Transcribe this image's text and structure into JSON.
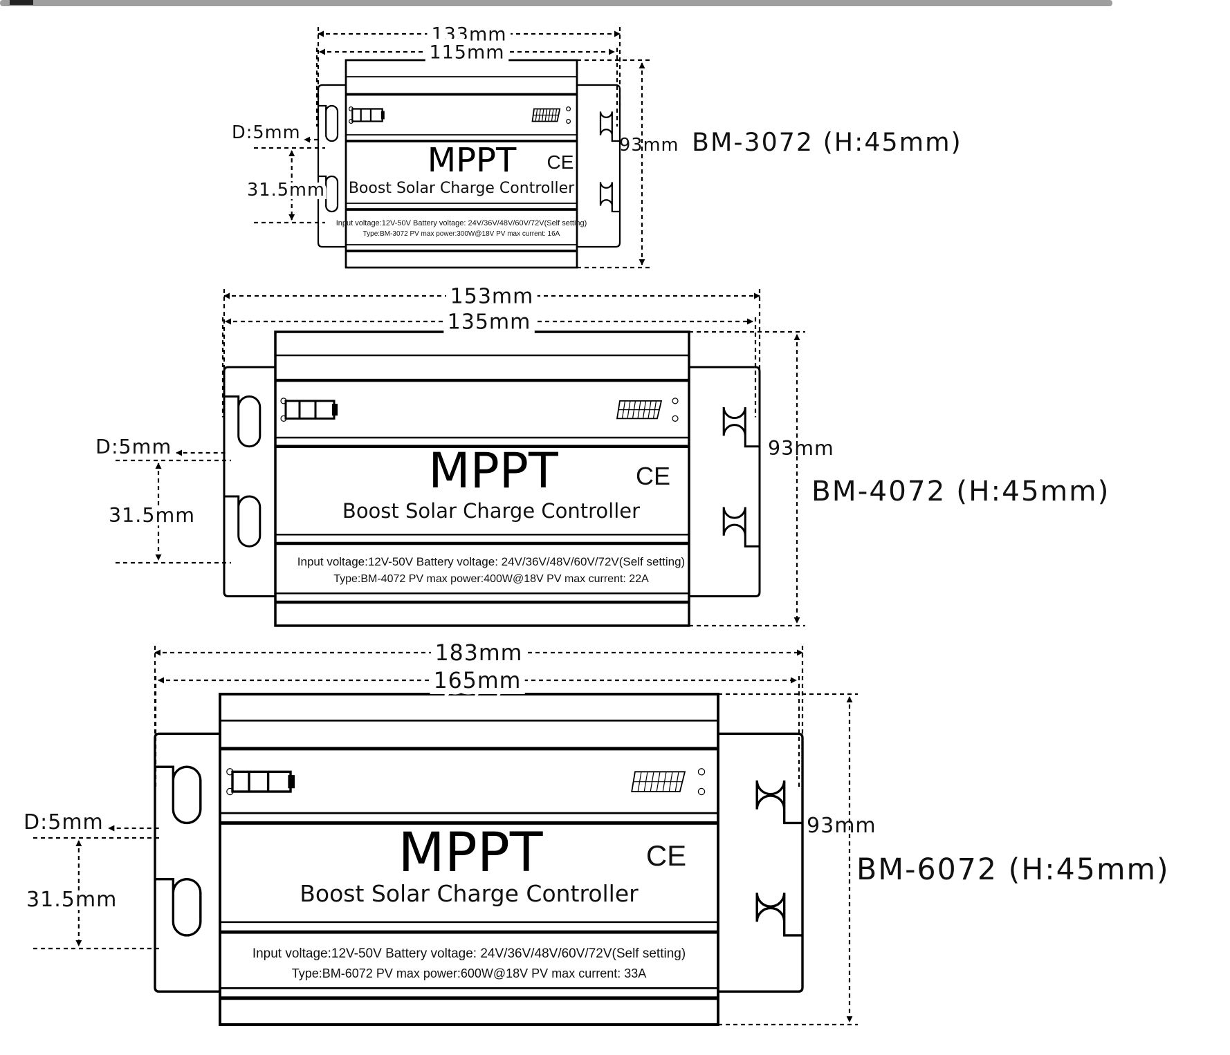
{
  "diagrams": [
    {
      "model": "BM-3072  (H:45mm)",
      "outer_width": "133mm",
      "inner_width": "115mm",
      "height": "93mm",
      "hole": "D:5mm",
      "hole_spacing": "31.5mm",
      "title": "MPPT",
      "ce": "CE",
      "subtitle": "Boost Solar Charge Controller",
      "spec_line1": "Input voltage:12V-50V   Battery voltage:  24V/36V/48V/60V/72V(Self setting)",
      "spec_line2": "Type:BM-3072    PV max power:300W@18V    PV max current: 16A"
    },
    {
      "model": "BM-4072  (H:45mm)",
      "outer_width": "153mm",
      "inner_width": "135mm",
      "height": "93mm",
      "hole": "D:5mm",
      "hole_spacing": "31.5mm",
      "title": "MPPT",
      "ce": "CE",
      "subtitle": "Boost Solar Charge Controller",
      "spec_line1": "Input voltage:12V-50V   Battery voltage:  24V/36V/48V/60V/72V(Self setting)",
      "spec_line2": "Type:BM-4072    PV max power:400W@18V    PV max current: 22A"
    },
    {
      "model": "BM-6072  (H:45mm)",
      "outer_width": "183mm",
      "inner_width": "165mm",
      "height": "93mm",
      "hole": "D:5mm",
      "hole_spacing": "31.5mm",
      "title": "MPPT",
      "ce": "CE",
      "subtitle": "Boost Solar Charge Controller",
      "spec_line1": "Input voltage:12V-50V   Battery voltage:  24V/36V/48V/60V/72V(Self setting)",
      "spec_line2": "Type:BM-6072    PV max power:600W@18V    PV max current: 33A"
    }
  ]
}
